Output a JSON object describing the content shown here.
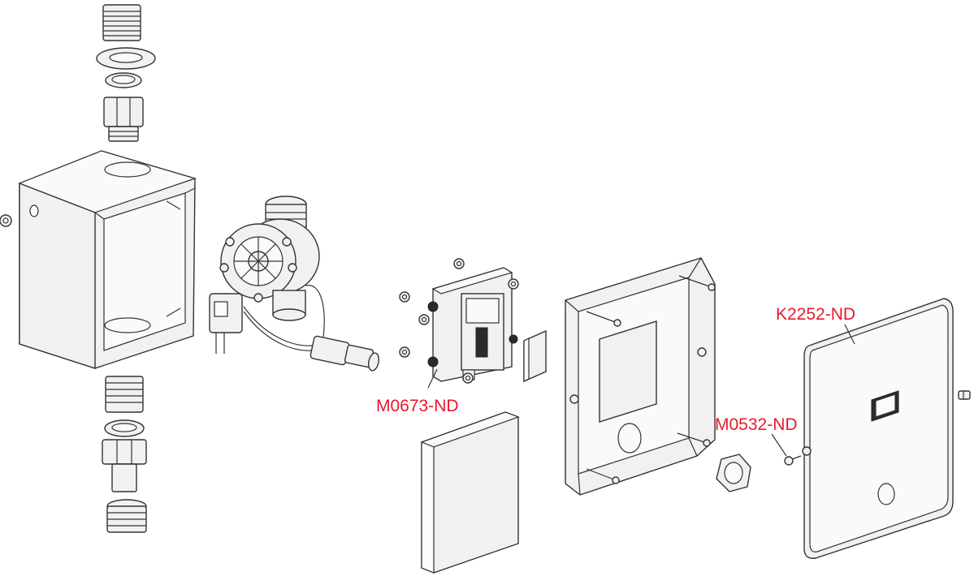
{
  "labels": {
    "control_module": "M0673-ND",
    "front_cover": "K2252-ND",
    "cover_screw": "M0532-ND"
  },
  "colors": {
    "label": "#e8192c",
    "stroke": "#333333",
    "fill": "#f1f1f1"
  }
}
